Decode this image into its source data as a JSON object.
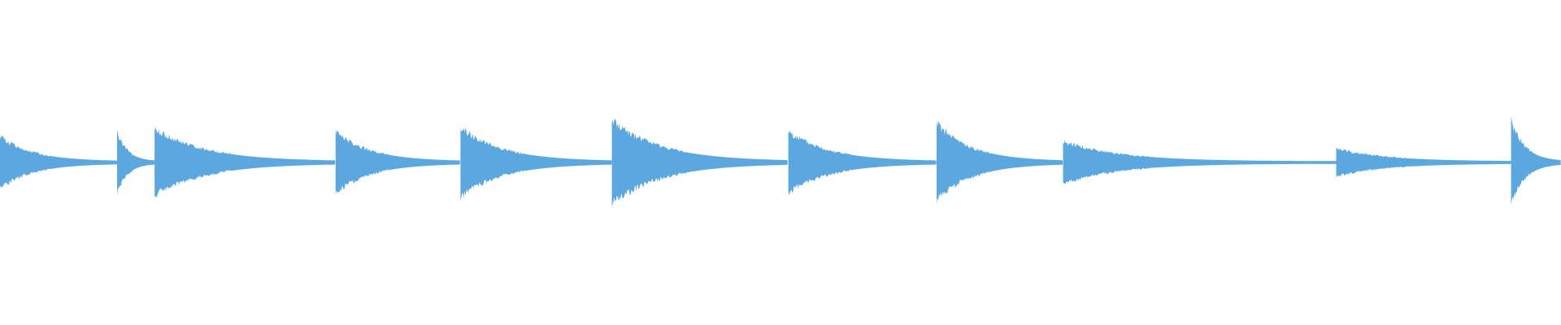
{
  "waveform": {
    "color": "#5BA8E0",
    "transients": [
      {
        "time": 0.0,
        "amp": 0.28
      },
      {
        "time": 0.075,
        "amp": 0.33
      },
      {
        "time": 0.099,
        "amp": 0.36
      },
      {
        "time": 0.215,
        "amp": 0.33
      },
      {
        "time": 0.295,
        "amp": 0.37
      },
      {
        "time": 0.392,
        "amp": 0.45
      },
      {
        "time": 0.505,
        "amp": 0.33
      },
      {
        "time": 0.6,
        "amp": 0.41
      },
      {
        "time": 0.681,
        "amp": 0.23
      },
      {
        "time": 0.856,
        "amp": 0.15
      },
      {
        "time": 0.968,
        "amp": 0.45
      }
    ]
  }
}
